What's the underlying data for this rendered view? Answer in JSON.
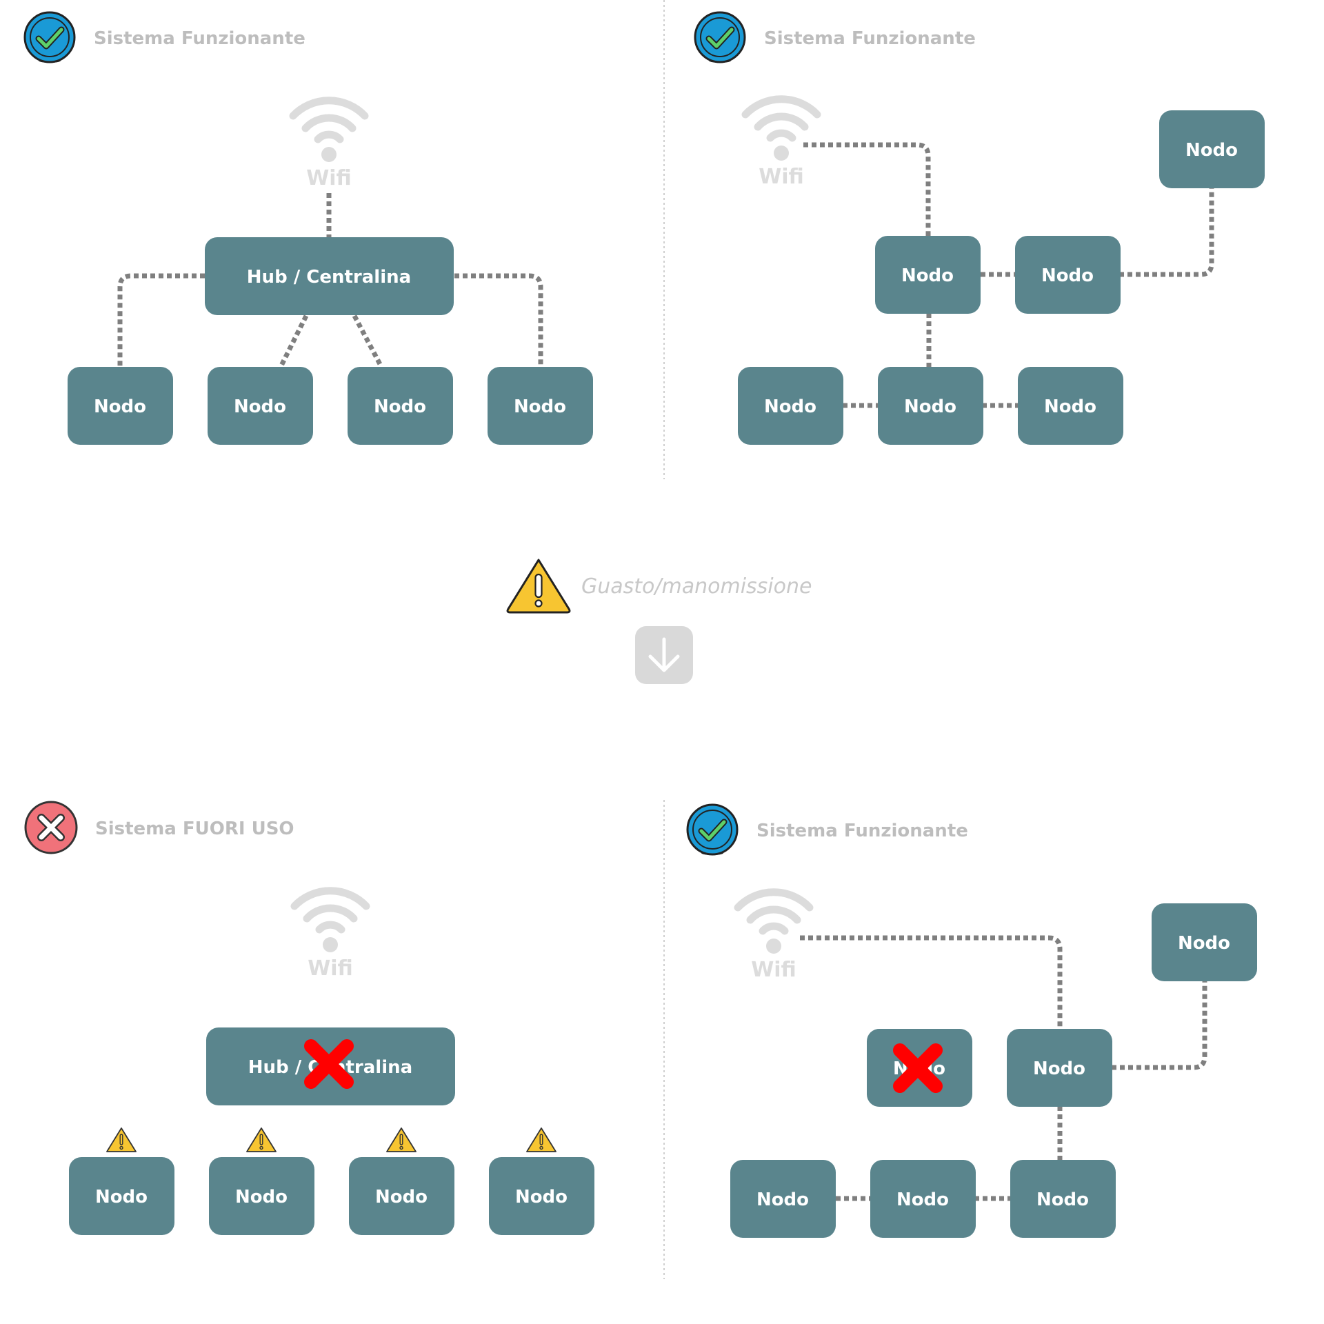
{
  "colors": {
    "node_fill": "#5a858d",
    "link": "#7f7f7f",
    "ok_badge": "#1a9ad6",
    "ok_check": "#5ed06a",
    "error_badge": "#f0727a",
    "warning": "#f7c531",
    "cross": "#ff0000",
    "muted_text": "#bdbdbd"
  },
  "panels": {
    "top_left": {
      "status": "Sistema Funzionante",
      "status_icon": "check-badge-icon",
      "wifi": "Wifi",
      "hub": "Hub / Centralina",
      "nodes": [
        "Nodo",
        "Nodo",
        "Nodo",
        "Nodo"
      ]
    },
    "top_right": {
      "status": "Sistema Funzionante",
      "status_icon": "check-badge-icon",
      "wifi": "Wifi",
      "nodes": [
        "Nodo",
        "Nodo",
        "Nodo",
        "Nodo",
        "Nodo",
        "Nodo"
      ]
    },
    "bottom_left": {
      "status": "Sistema FUORI USO",
      "status_icon": "error-badge-icon",
      "wifi": "Wifi",
      "hub": "Hub / Centralina",
      "nodes": [
        "Nodo",
        "Nodo",
        "Nodo",
        "Nodo"
      ]
    },
    "bottom_right": {
      "status": "Sistema Funzionante",
      "status_icon": "check-badge-icon",
      "wifi": "Wifi",
      "nodes": [
        "Nodo",
        "Nodo",
        "Nodo",
        "Nodo",
        "Nodo",
        "Nodo"
      ]
    }
  },
  "transition": {
    "label": "Guasto/manomissione",
    "warning_icon": "warning-triangle-icon",
    "arrow_icon": "arrow-down-icon"
  }
}
